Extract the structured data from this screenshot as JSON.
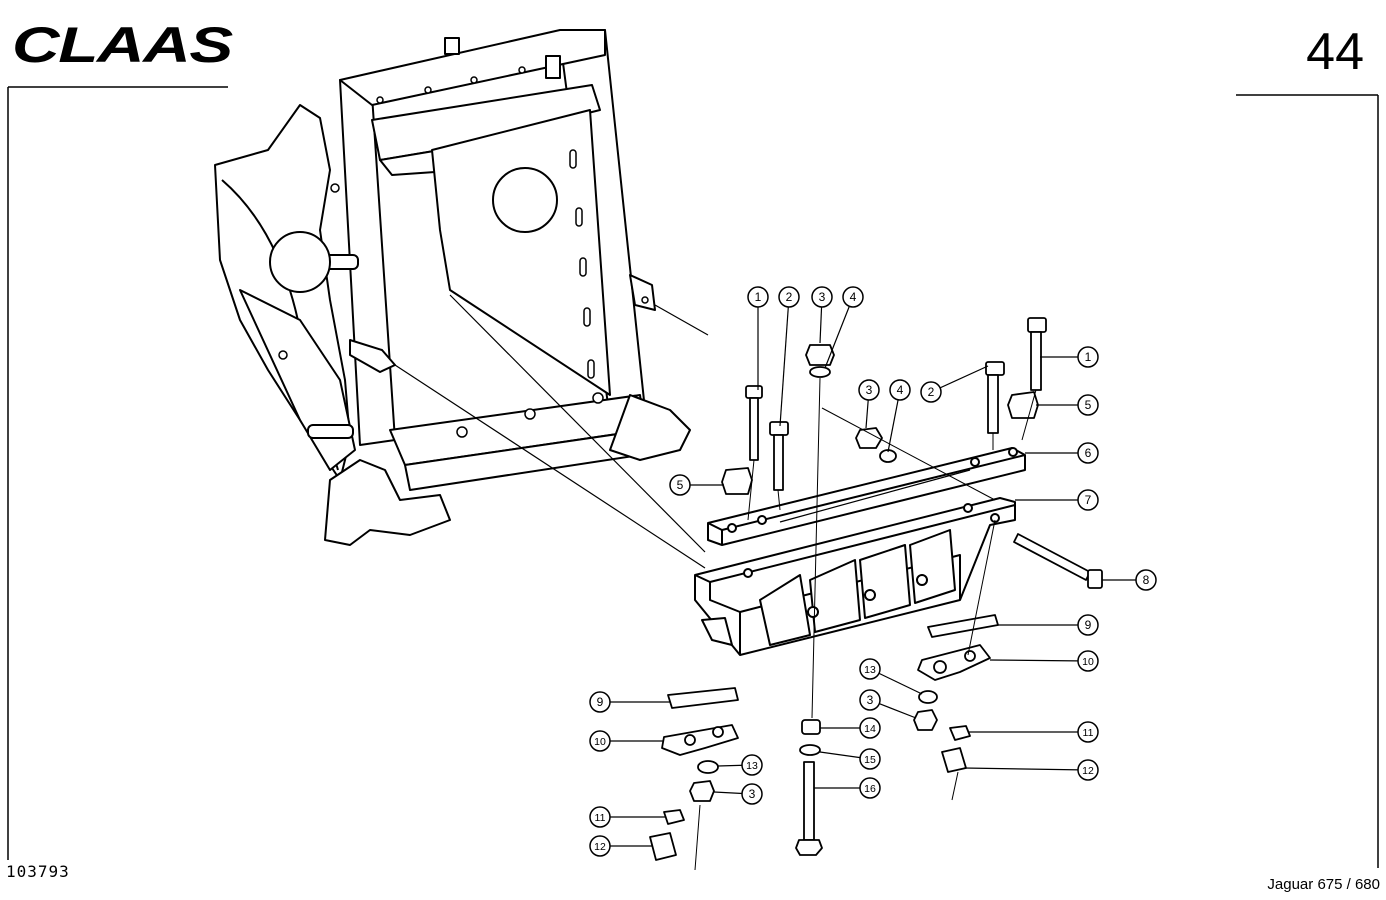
{
  "header": {
    "brand": "CLAAS",
    "page_number": "44"
  },
  "footer": {
    "drawing_number": "103793",
    "model": "Jaguar 675 / 680"
  },
  "callouts": [
    {
      "id": "c1a",
      "label": "1"
    },
    {
      "id": "c2a",
      "label": "2"
    },
    {
      "id": "c3a",
      "label": "3"
    },
    {
      "id": "c4a",
      "label": "4"
    },
    {
      "id": "c3b",
      "label": "3"
    },
    {
      "id": "c4b",
      "label": "4"
    },
    {
      "id": "c2b",
      "label": "2"
    },
    {
      "id": "c1b",
      "label": "1"
    },
    {
      "id": "c5b",
      "label": "5"
    },
    {
      "id": "c6",
      "label": "6"
    },
    {
      "id": "c7",
      "label": "7"
    },
    {
      "id": "c5a",
      "label": "5"
    },
    {
      "id": "c8",
      "label": "8"
    },
    {
      "id": "c9b",
      "label": "9"
    },
    {
      "id": "c10b",
      "label": "10"
    },
    {
      "id": "c13b",
      "label": "13"
    },
    {
      "id": "c3c",
      "label": "3"
    },
    {
      "id": "c14",
      "label": "14"
    },
    {
      "id": "c15",
      "label": "15"
    },
    {
      "id": "c16",
      "label": "16"
    },
    {
      "id": "c11b",
      "label": "11"
    },
    {
      "id": "c12b",
      "label": "12"
    },
    {
      "id": "c9a",
      "label": "9"
    },
    {
      "id": "c10a",
      "label": "10"
    },
    {
      "id": "c13a",
      "label": "13"
    },
    {
      "id": "c3d",
      "label": "3"
    },
    {
      "id": "c11a",
      "label": "11"
    },
    {
      "id": "c12a",
      "label": "12"
    }
  ]
}
